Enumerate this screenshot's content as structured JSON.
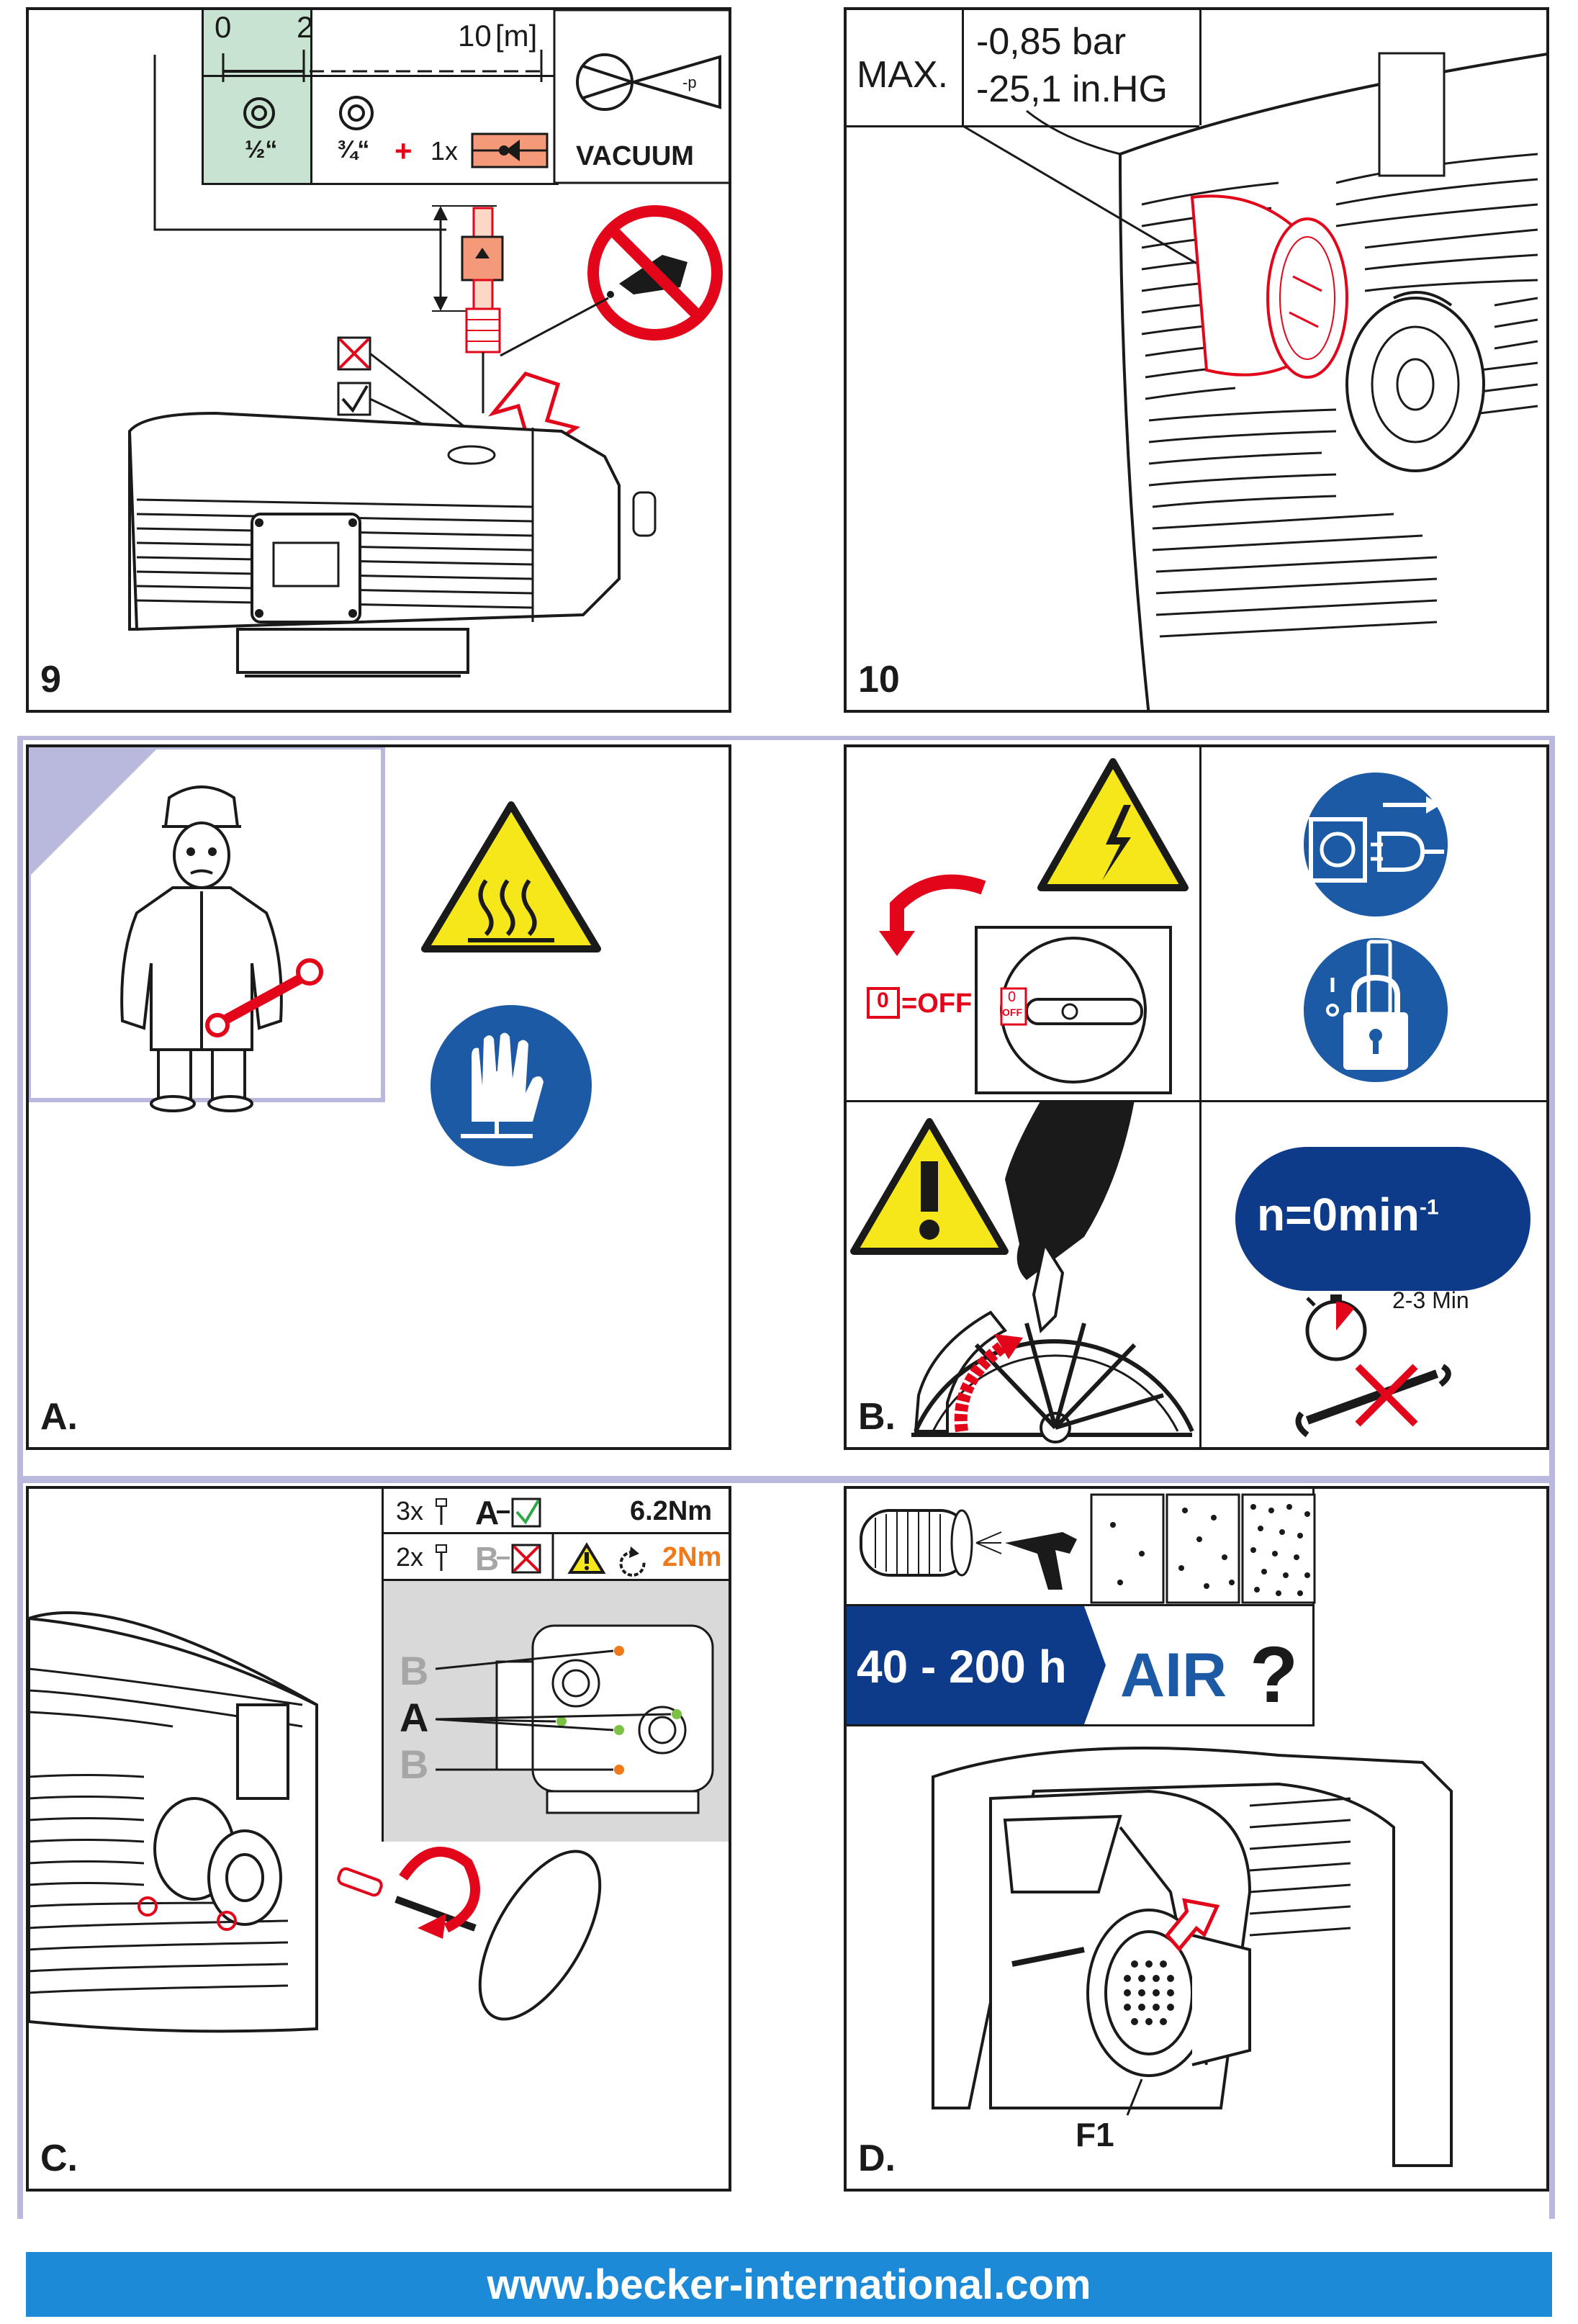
{
  "panel9": {
    "number": "9",
    "scale": {
      "t0": "0",
      "t2": "2",
      "t10": "10",
      "unit": "[m]"
    },
    "fit_half": "½“",
    "fit_three_quarter": "¾“",
    "plus": "+",
    "qty": "1x",
    "pressure_label": "-p",
    "vacuum_label": "VACUUM",
    "prohibited_icon": "no-oil-can-icon"
  },
  "panel10": {
    "number": "10",
    "max_label": "MAX.",
    "bar": "-0,85 bar",
    "inhg": "-25,1 in.HG"
  },
  "panelA": {
    "letter": "A.",
    "icons": [
      "mechanic-figure-icon",
      "hot-surface-warning-icon",
      "wear-gloves-icon"
    ]
  },
  "panelB": {
    "letter": "B.",
    "off_zero": "0",
    "off_text": "=OFF",
    "switch_zero": "0",
    "switch_off": "OFF",
    "n_zero": "n=0min",
    "n_sup": "-1",
    "wait_time": "2-3 Min",
    "icons": [
      "electrical-hazard-icon",
      "disconnect-plug-icon",
      "padlock-icon",
      "general-warning-icon",
      "hand-fan-icon",
      "stopwatch-icon",
      "wrench-forbidden-icon"
    ]
  },
  "panelC": {
    "letter": "C.",
    "row1_qty": "3x",
    "row1_code": "A",
    "row1_torque": "6.2Nm",
    "row2_qty": "2x",
    "row2_code": "B",
    "row2_torque": "2Nm",
    "callout_b1": "B",
    "callout_a": "A",
    "callout_b2": "B"
  },
  "panelD": {
    "letter": "D.",
    "interval": "40 - 200 h",
    "air": "AIR",
    "question": "?",
    "filter_label": "F1",
    "icons": [
      "filter-cartridge-icon",
      "air-gun-icon",
      "dust-light-icon",
      "dust-medium-icon",
      "dust-heavy-icon"
    ]
  },
  "footer": {
    "url": "www.becker-international.com"
  },
  "colors": {
    "red": "#e3061b",
    "blue": "#1d5aa6",
    "navy": "#0d3b8a",
    "yellow": "#f6e71a",
    "green_bg": "#c8e3cf",
    "orange": "#f59a78",
    "footer_blue": "#1c8ad6",
    "lavender": "#b9b9dd"
  }
}
